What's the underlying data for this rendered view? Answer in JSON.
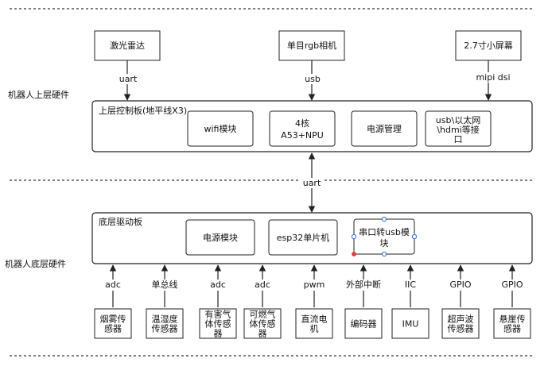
{
  "layers": {
    "upper_label": "机器人上层硬件",
    "lower_label": "机器人底层硬件"
  },
  "upper_devices": [
    {
      "label": "激光雷达",
      "link": "uart"
    },
    {
      "label": "单目rgb相机",
      "link": "usb"
    },
    {
      "label": "2.7寸小屏幕",
      "link": "mipi dsi"
    }
  ],
  "upper_board": {
    "title": "上层控制板(地平线X3)",
    "modules": [
      {
        "lines": [
          "wifi模块"
        ]
      },
      {
        "lines": [
          "4核",
          "A53+NPU"
        ]
      },
      {
        "lines": [
          "电源管理"
        ]
      },
      {
        "lines": [
          "usb\\以太网",
          "\\hdmi等接",
          "口"
        ]
      }
    ]
  },
  "inter_board_link": "uart",
  "lower_board": {
    "title": "底层驱动板",
    "modules": [
      {
        "lines": [
          "电源模块"
        ]
      },
      {
        "lines": [
          "esp32单片机"
        ]
      },
      {
        "lines": [
          "串口转usb模",
          "块"
        ]
      }
    ]
  },
  "lower_devices": [
    {
      "lines": [
        "烟雾传",
        "感器"
      ],
      "link": "adc"
    },
    {
      "lines": [
        "温湿度",
        "传感器"
      ],
      "link": "单总线"
    },
    {
      "lines": [
        "有害气",
        "体传感",
        "器"
      ],
      "link": "adc"
    },
    {
      "lines": [
        "可燃气",
        "体传感",
        "器"
      ],
      "link": "adc"
    },
    {
      "lines": [
        "直流电",
        "机"
      ],
      "link": "pwm"
    },
    {
      "lines": [
        "编码器"
      ],
      "link": "外部中断"
    },
    {
      "lines": [
        "IMU"
      ],
      "link": "IIC"
    },
    {
      "lines": [
        "超声波",
        "传感器"
      ],
      "link": "GPIO"
    },
    {
      "lines": [
        "悬崖传",
        "感器"
      ],
      "link": "GPIO"
    }
  ]
}
